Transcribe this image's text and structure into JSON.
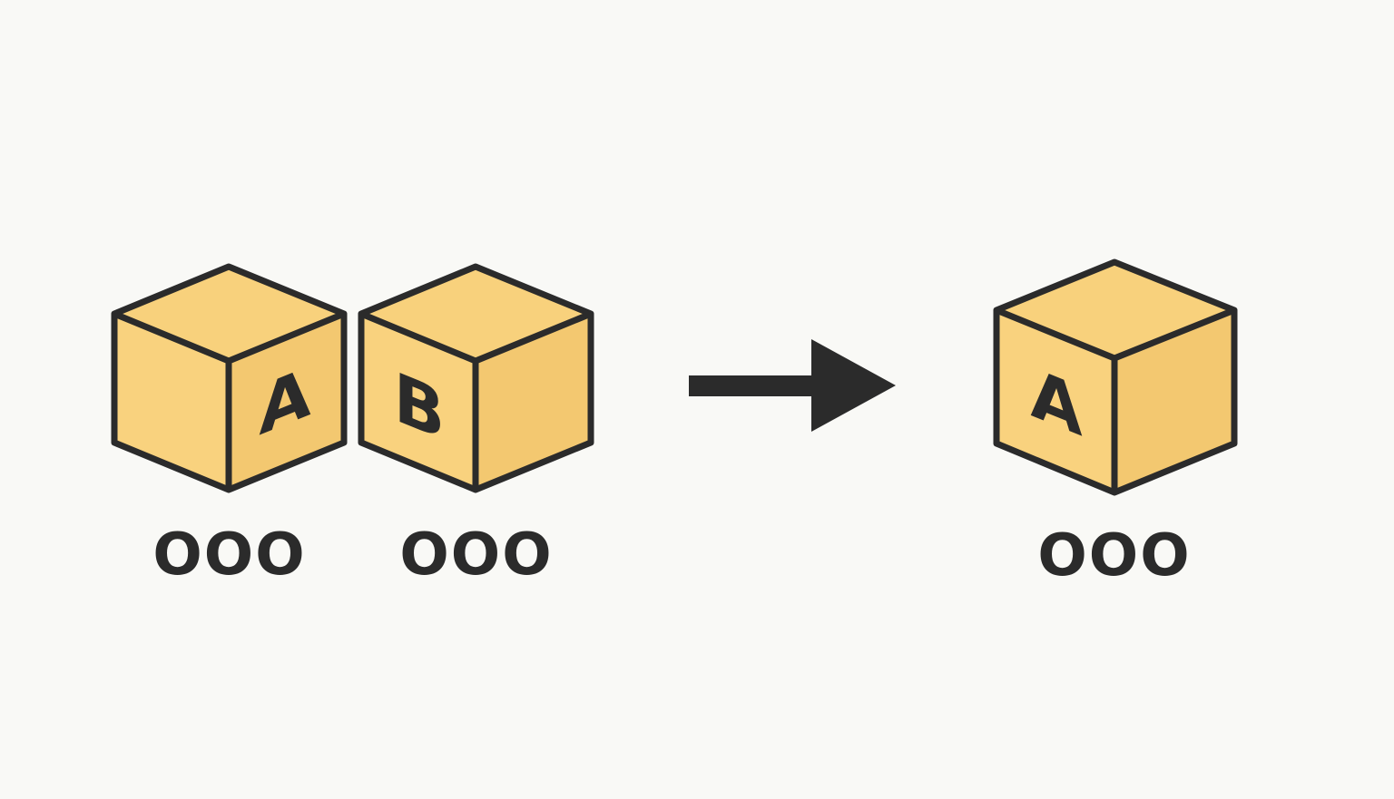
{
  "colors": {
    "background": "#f9f9f6",
    "cube_top": "#f8d17c",
    "cube_left": "#f9d27e",
    "cube_right": "#f3c870",
    "outline": "#2b2b2b",
    "arrow": "#2b2b2b"
  },
  "input_blocks": [
    {
      "letter": "A",
      "letter_face": "right",
      "caption": "OOO"
    },
    {
      "letter": "B",
      "letter_face": "left",
      "caption": "OOO"
    }
  ],
  "arrow": {
    "icon": "right-arrow-icon"
  },
  "output_block": {
    "letter": "A",
    "letter_face": "left",
    "caption": "OOO"
  }
}
